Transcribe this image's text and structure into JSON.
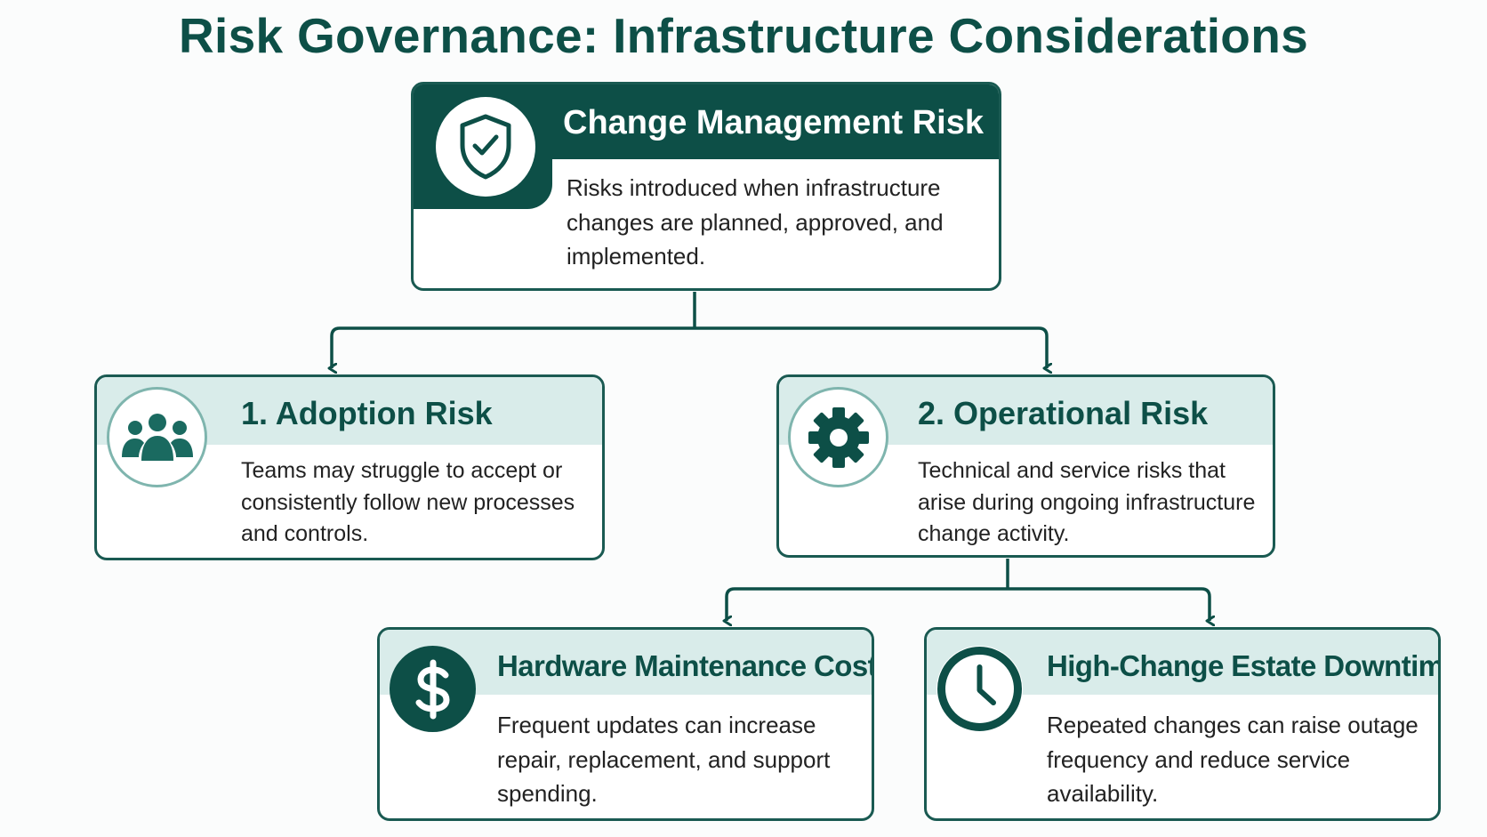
{
  "title": "Risk Governance: Infrastructure Considerations",
  "colors": {
    "primary": "#0d4f47",
    "header_light": "#d9ecea",
    "border": "#1a5a52",
    "icon_ring": "#7fb5ae"
  },
  "root": {
    "title": "Change Management Risk",
    "description": "Risks introduced when infrastructure changes are planned, approved, and implemented.",
    "icon": "shield-check-icon"
  },
  "children": [
    {
      "title": "1. Adoption Risk",
      "description": "Teams may struggle to accept or consistently follow new processes and controls.",
      "icon": "people-group-icon"
    },
    {
      "title": "2. Operational Risk",
      "description": "Technical and service risks that arise during ongoing infrastructure change activity.",
      "icon": "gear-icon"
    }
  ],
  "grandchildren": [
    {
      "title": "Hardware Maintenance Costs",
      "description": "Frequent updates can increase repair, replacement, and support spending.",
      "icon": "dollar-icon"
    },
    {
      "title": "High-Change Estate Downtime",
      "description": "Repeated changes can raise outage frequency and reduce service availability.",
      "icon": "clock-icon"
    }
  ]
}
